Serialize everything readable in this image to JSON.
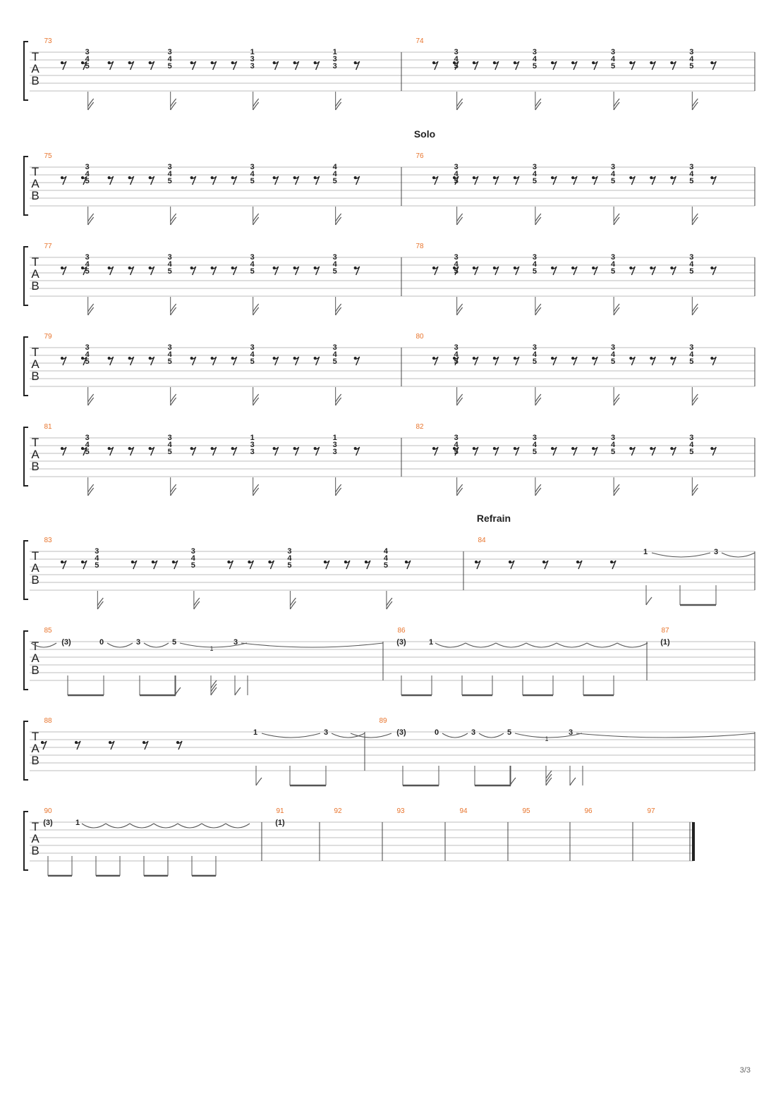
{
  "page": {
    "number_label": "3/3"
  },
  "colors": {
    "measure_number": "#e8742c",
    "staff_line": "#bdbdbd",
    "ink": "#222222"
  },
  "tab_clef": [
    "T",
    "A",
    "B"
  ],
  "sections": [
    {
      "label": "Solo",
      "system": 1
    },
    {
      "label": "Refrain",
      "system": 5
    }
  ],
  "systems": [
    {
      "index": 0,
      "measures": [
        {
          "number": "73",
          "chords": [
            [
              "3",
              "4",
              "5"
            ],
            [
              "3",
              "4",
              "5"
            ],
            [
              "1",
              "3",
              "3"
            ],
            [
              "1",
              "3",
              "3"
            ]
          ]
        },
        {
          "number": "74",
          "chords": [
            [
              "3",
              "4",
              "5"
            ],
            [
              "3",
              "4",
              "5"
            ],
            [
              "3",
              "4",
              "5"
            ],
            [
              "3",
              "4",
              "5"
            ]
          ]
        }
      ]
    },
    {
      "index": 1,
      "measures": [
        {
          "number": "75",
          "chords": [
            [
              "3",
              "4",
              "5"
            ],
            [
              "3",
              "4",
              "5"
            ],
            [
              "3",
              "4",
              "5"
            ],
            [
              "4",
              "4",
              "5"
            ]
          ]
        },
        {
          "number": "76",
          "chords": [
            [
              "3",
              "4",
              "5"
            ],
            [
              "3",
              "4",
              "5"
            ],
            [
              "3",
              "4",
              "5"
            ],
            [
              "3",
              "4",
              "5"
            ]
          ]
        }
      ]
    },
    {
      "index": 2,
      "measures": [
        {
          "number": "77",
          "chords": [
            [
              "3",
              "4",
              "5"
            ],
            [
              "3",
              "4",
              "5"
            ],
            [
              "3",
              "4",
              "5"
            ],
            [
              "3",
              "4",
              "5"
            ]
          ]
        },
        {
          "number": "78",
          "chords": [
            [
              "3",
              "4",
              "5"
            ],
            [
              "3",
              "4",
              "5"
            ],
            [
              "3",
              "4",
              "5"
            ],
            [
              "3",
              "4",
              "5"
            ]
          ]
        }
      ]
    },
    {
      "index": 3,
      "measures": [
        {
          "number": "79",
          "chords": [
            [
              "3",
              "4",
              "5"
            ],
            [
              "3",
              "4",
              "5"
            ],
            [
              "3",
              "4",
              "5"
            ],
            [
              "3",
              "4",
              "5"
            ]
          ]
        },
        {
          "number": "80",
          "chords": [
            [
              "3",
              "4",
              "5"
            ],
            [
              "3",
              "4",
              "5"
            ],
            [
              "3",
              "4",
              "5"
            ],
            [
              "3",
              "4",
              "5"
            ]
          ]
        }
      ]
    },
    {
      "index": 4,
      "measures": [
        {
          "number": "81",
          "chords": [
            [
              "3",
              "4",
              "5"
            ],
            [
              "3",
              "4",
              "5"
            ],
            [
              "1",
              "3",
              "3"
            ],
            [
              "1",
              "3",
              "3"
            ]
          ]
        },
        {
          "number": "82",
          "chords": [
            [
              "3",
              "4",
              "5"
            ],
            [
              "3",
              "4",
              "5"
            ],
            [
              "3",
              "4",
              "5"
            ],
            [
              "3",
              "4",
              "5"
            ]
          ]
        }
      ]
    },
    {
      "index": 5,
      "measures": [
        {
          "number": "83",
          "chords": [
            [
              "3",
              "4",
              "5"
            ],
            [
              "3",
              "4",
              "5"
            ],
            [
              "3",
              "4",
              "5"
            ],
            [
              "4",
              "4",
              "5"
            ]
          ]
        },
        {
          "number": "84",
          "notes": [
            "1",
            "3"
          ]
        }
      ]
    },
    {
      "index": 6,
      "measures": [
        {
          "number": "85",
          "notes": [
            "(3)",
            "0",
            "3",
            "5",
            "1",
            "3"
          ]
        },
        {
          "number": "86",
          "notes": [
            "(3)",
            "1"
          ]
        },
        {
          "number": "87",
          "notes": [
            "(1)"
          ]
        }
      ]
    },
    {
      "index": 7,
      "measures": [
        {
          "number": "88",
          "notes": [
            "1",
            "3"
          ]
        },
        {
          "number": "89",
          "notes": [
            "(3)",
            "0",
            "3",
            "5",
            "1",
            "3"
          ]
        }
      ]
    },
    {
      "index": 8,
      "measures": [
        {
          "number": "90",
          "notes": [
            "(3)",
            "1"
          ]
        },
        {
          "number": "91",
          "notes": [
            "(1)"
          ]
        },
        {
          "number": "92",
          "notes": []
        },
        {
          "number": "93",
          "notes": []
        },
        {
          "number": "94",
          "notes": []
        },
        {
          "number": "95",
          "notes": []
        },
        {
          "number": "96",
          "notes": []
        },
        {
          "number": "97",
          "notes": []
        }
      ]
    }
  ]
}
